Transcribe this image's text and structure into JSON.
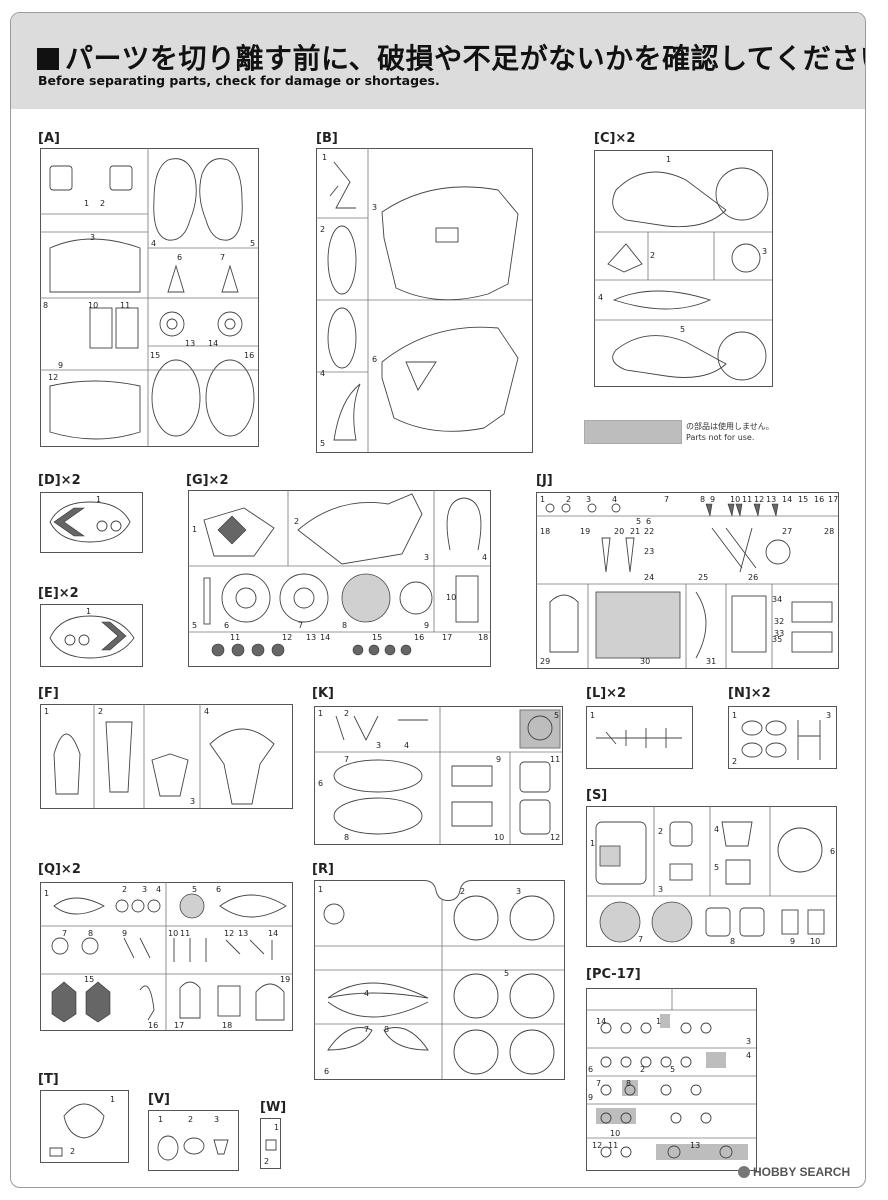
{
  "header": {
    "title_jp": "パーツを切り離す前に、破損や不足がないかを確認してください。",
    "title_en": "Before separating parts, check for damage or shortages."
  },
  "legend": {
    "jp": "の部品は使用しません。",
    "en": "Parts not for use."
  },
  "sprues": [
    {
      "id": "A",
      "label": "[A]",
      "numbers": [
        "1",
        "2",
        "3",
        "4",
        "5",
        "6",
        "7",
        "8",
        "9",
        "10",
        "11",
        "12",
        "13",
        "14",
        "15",
        "16"
      ]
    },
    {
      "id": "B",
      "label": "[B]",
      "numbers": [
        "1",
        "2",
        "3",
        "4",
        "5",
        "6"
      ]
    },
    {
      "id": "C",
      "label": "[C]×2",
      "numbers": [
        "1",
        "2",
        "3",
        "4",
        "5"
      ]
    },
    {
      "id": "D",
      "label": "[D]×2",
      "numbers": [
        "1"
      ]
    },
    {
      "id": "E",
      "label": "[E]×2",
      "numbers": [
        "1"
      ]
    },
    {
      "id": "G",
      "label": "[G]×2",
      "numbers": [
        "1",
        "2",
        "3",
        "4",
        "5",
        "6",
        "7",
        "8",
        "9",
        "10",
        "11",
        "12",
        "13",
        "14",
        "15",
        "16",
        "17",
        "18"
      ]
    },
    {
      "id": "J",
      "label": "[J]",
      "numbers": [
        "1",
        "2",
        "3",
        "4",
        "5",
        "6",
        "7",
        "8",
        "9",
        "10",
        "11",
        "12",
        "13",
        "14",
        "15",
        "16",
        "17",
        "18",
        "19",
        "20",
        "21",
        "22",
        "23",
        "24",
        "25",
        "26",
        "27",
        "28",
        "29",
        "30",
        "31",
        "32",
        "33",
        "34",
        "35"
      ]
    },
    {
      "id": "F",
      "label": "[F]",
      "numbers": [
        "1",
        "2",
        "3",
        "4"
      ]
    },
    {
      "id": "K",
      "label": "[K]",
      "numbers": [
        "1",
        "2",
        "3",
        "4",
        "5",
        "6",
        "7",
        "8",
        "9",
        "10",
        "11",
        "12"
      ]
    },
    {
      "id": "L",
      "label": "[L]×2",
      "numbers": [
        "1"
      ]
    },
    {
      "id": "N",
      "label": "[N]×2",
      "numbers": [
        "1",
        "2",
        "3"
      ]
    },
    {
      "id": "S",
      "label": "[S]",
      "numbers": [
        "1",
        "2",
        "3",
        "4",
        "5",
        "6",
        "7",
        "8",
        "9",
        "10"
      ]
    },
    {
      "id": "Q",
      "label": "[Q]×2",
      "numbers": [
        "1",
        "2",
        "3",
        "4",
        "5",
        "6",
        "7",
        "8",
        "9",
        "10",
        "11",
        "12",
        "13",
        "14",
        "15",
        "16",
        "17",
        "18",
        "19"
      ]
    },
    {
      "id": "R",
      "label": "[R]",
      "numbers": [
        "1",
        "2",
        "3",
        "4",
        "5",
        "6",
        "7",
        "8"
      ]
    },
    {
      "id": "PC",
      "label": "[PC-17]",
      "numbers": [
        "1",
        "2",
        "3",
        "4",
        "5",
        "6",
        "7",
        "8",
        "9",
        "10",
        "11",
        "12",
        "13",
        "14"
      ]
    },
    {
      "id": "T",
      "label": "[T]",
      "numbers": [
        "1",
        "2"
      ]
    },
    {
      "id": "V",
      "label": "[V]",
      "numbers": [
        "1",
        "2",
        "3"
      ]
    },
    {
      "id": "W",
      "label": "[W]",
      "numbers": [
        "1",
        "2"
      ]
    }
  ],
  "watermark": "HOBBY SEARCH",
  "colors": {
    "header_bg": "#dcdcdc",
    "unused_parts": "#bdbdbd"
  }
}
